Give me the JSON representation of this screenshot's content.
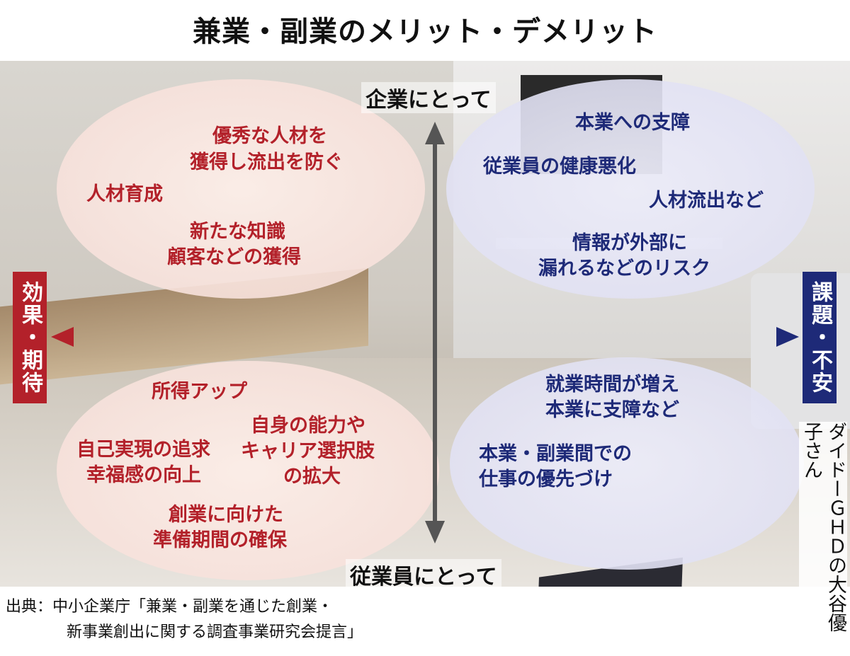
{
  "title": "兼業・副業のメリット・デメリット",
  "axes": {
    "top": "企業にとって",
    "bottom": "従業員にとって",
    "left": "効果・期待",
    "right": "課題・不安"
  },
  "quadrants": {
    "company_benefits": [
      "優秀な人材を",
      "獲得し流出を防ぐ",
      "人材育成",
      "新たな知識",
      "顧客などの獲得"
    ],
    "company_risks": [
      "本業への支障",
      "従業員の健康悪化",
      "人材流出など",
      "情報が外部に",
      "漏れるなどのリスク"
    ],
    "employee_benefits": [
      "所得アップ",
      "自身の能力や",
      "キャリア選択肢",
      "の拡大",
      "自己実現の追求",
      "幸福感の向上",
      "創業に向けた",
      "準備期間の確保"
    ],
    "employee_risks": [
      "就業時間が増え",
      "本業に支障など",
      "本業・副業間での",
      "仕事の優先づけ"
    ]
  },
  "photo_caption": "ダイドーＧＨＤの大谷優子さん",
  "source": {
    "line1": "出典：中小企業庁「兼業・副業を通じた創業・",
    "line2": "新事業創出に関する調査事業研究会提言」"
  },
  "colors": {
    "red": "#b3212a",
    "blue": "#1e2a78",
    "axis": "#555555"
  }
}
